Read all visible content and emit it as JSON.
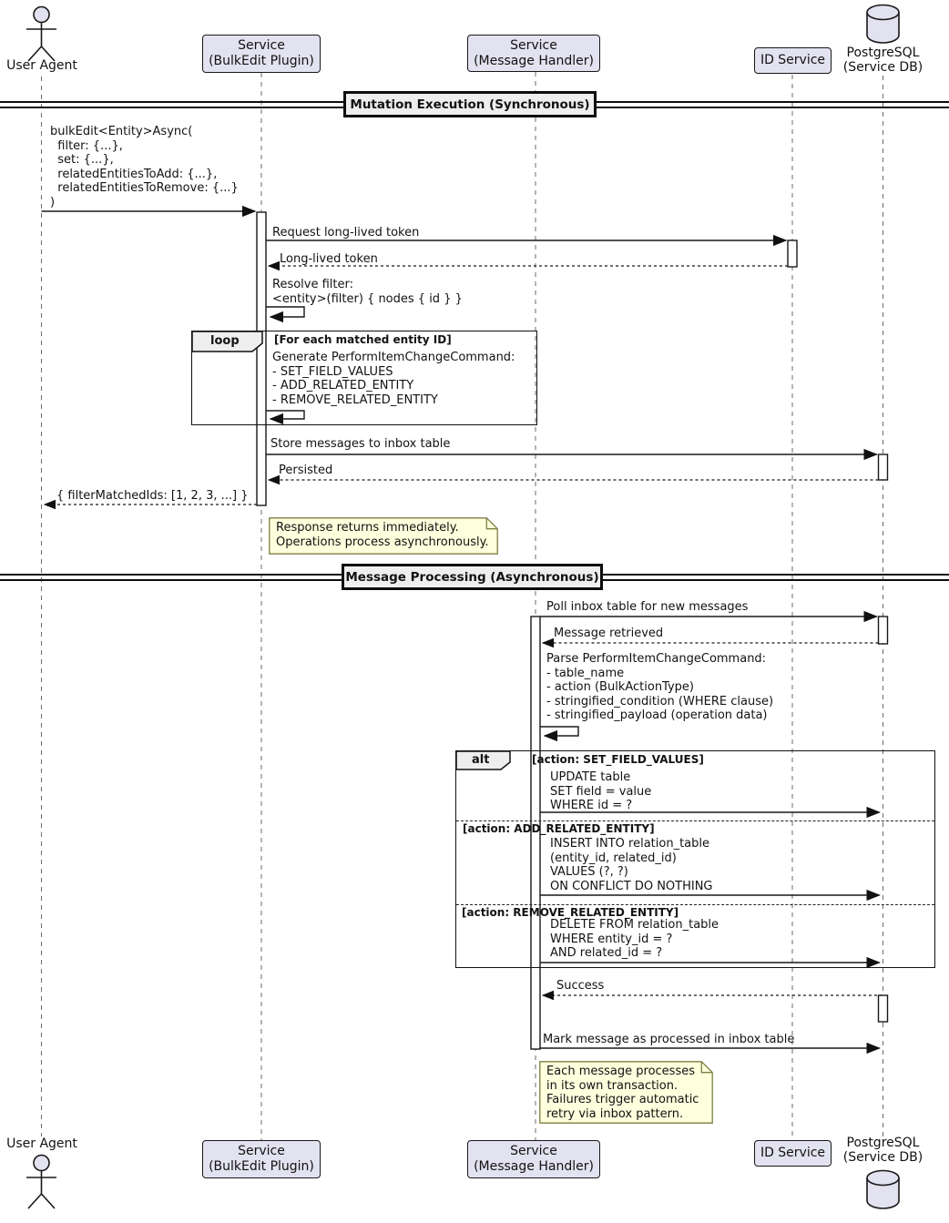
{
  "participants": {
    "user_agent": "User Agent",
    "bulkedit": "Service\n(BulkEdit Plugin)",
    "message_handler": "Service\n(Message Handler)",
    "id_service": "ID Service",
    "postgres": "PostgreSQL\n(Service DB)"
  },
  "dividers": {
    "mutation": "Mutation Execution (Synchronous)",
    "processing": "Message Processing (Asynchronous)"
  },
  "frames": {
    "loop": {
      "keyword": "loop",
      "guard": "[For each matched entity ID]"
    },
    "alt": {
      "keyword": "alt",
      "guard_set": "[action: SET_FIELD_VALUES]",
      "guard_add": "[action: ADD_RELATED_ENTITY]",
      "guard_remove": "[action: REMOVE_RELATED_ENTITY]"
    }
  },
  "messages": {
    "bulk_edit_call": "bulkEdit<Entity>Async(\n  filter: {...},\n  set: {...},\n  relatedEntitiesToAdd: {...},\n  relatedEntitiesToRemove: {...}\n)",
    "request_token": "Request long-lived token",
    "token_return": "Long-lived token",
    "resolve_filter": "Resolve filter:\n<entity>(filter) { nodes { id } }",
    "generate_command": "Generate PerformItemChangeCommand:\n- SET_FIELD_VALUES\n- ADD_RELATED_ENTITY\n- REMOVE_RELATED_ENTITY",
    "store_messages": "Store messages to inbox table",
    "persisted": "Persisted",
    "filter_matched_return": "{ filterMatchedIds: [1, 2, 3, ...] }",
    "poll_inbox": "Poll inbox table for new messages",
    "message_retrieved": "Message retrieved",
    "parse_command": "Parse PerformItemChangeCommand:\n- table_name\n- action (BulkActionType)\n- stringified_condition (WHERE clause)\n- stringified_payload (operation data)",
    "update_sql": "UPDATE table\nSET field = value\nWHERE id = ?",
    "insert_sql": "INSERT INTO relation_table\n(entity_id, related_id)\nVALUES (?, ?)\nON CONFLICT DO NOTHING",
    "delete_sql": "DELETE FROM relation_table\nWHERE entity_id = ?\nAND related_id = ?",
    "success": "Success",
    "mark_processed": "Mark message as processed in inbox table"
  },
  "notes": {
    "async_note": "Response returns immediately.\nOperations process asynchronously.",
    "transaction_note": "Each message processes\nin its own transaction.\nFailures trigger automatic\nretry via inbox pattern."
  },
  "colors": {
    "participant_fill": "#E2E2F0",
    "participant_border": "#181818",
    "note_fill": "#FEFFDD",
    "note_border": "#7e7e44",
    "frame_title_bg": "#EEEEEE",
    "line": "#181818"
  }
}
